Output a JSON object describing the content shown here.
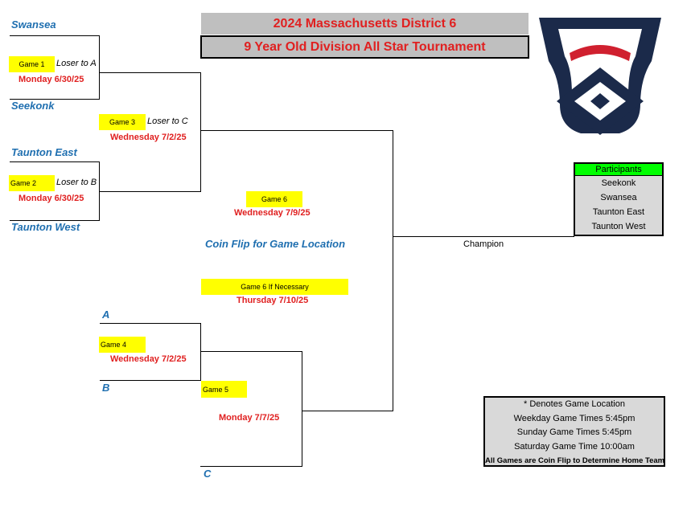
{
  "header": {
    "title": "2024 Massachusetts District 6",
    "subtitle": "9 Year Old Division All Star Tournament"
  },
  "teams": {
    "swansea": "Swansea",
    "seekonk": "Seekonk",
    "taunton_east": "Taunton East",
    "taunton_west": "Taunton West"
  },
  "placeholders": {
    "a": "A",
    "b": "B",
    "c": "C"
  },
  "games": {
    "g1": {
      "label": "Game 1",
      "loser": "Loser to A",
      "date": "Monday 6/30/25"
    },
    "g2": {
      "label": "Game 2",
      "loser": "Loser to B",
      "date": "Monday 6/30/25"
    },
    "g3": {
      "label": "Game 3",
      "loser": "Loser to C",
      "date": "Wednesday 7/2/25"
    },
    "g4": {
      "label": "Game 4",
      "date": "Wednesday 7/2/25"
    },
    "g5": {
      "label": "Game 5",
      "date": "Monday 7/7/25"
    },
    "g6": {
      "label": "Game 6",
      "date": "Wednesday 7/9/25"
    },
    "g6b": {
      "label": "Game 6 If Necessary",
      "date": "Thursday 7/10/25"
    }
  },
  "coin_flip": "Coin Flip for Game Location",
  "champion": "Champion",
  "participants": {
    "header": "Participants",
    "list": [
      "Seekonk",
      "Swansea",
      "Taunton East",
      "Taunton West"
    ]
  },
  "legend": {
    "lines": [
      "*   Denotes Game Location",
      "Weekday Game Times 5:45pm",
      "Sunday Game Times 5:45pm",
      "Saturday Game Time 10:00am"
    ],
    "bold_line": "All Games are Coin Flip to Determine Home Team"
  },
  "colors": {
    "team_blue": "#1f6fb0",
    "date_red": "#e02020",
    "highlight_yellow": "#ffff00",
    "participants_green": "#00ff00",
    "logo_navy": "#1b2a4a",
    "logo_red": "#d0202f"
  },
  "logo": {
    "icon": "little-league-keystone-logo"
  }
}
